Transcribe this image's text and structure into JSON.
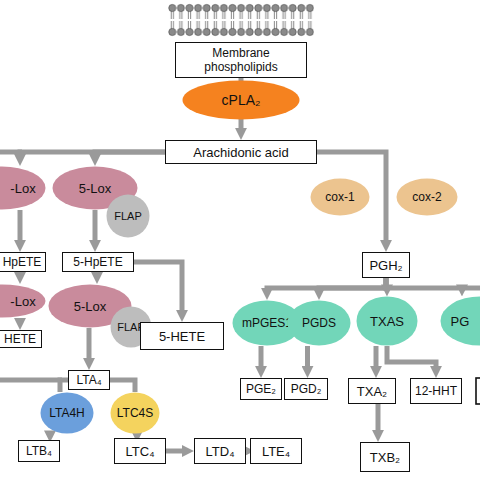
{
  "diagram": {
    "nodes": [
      {
        "text": [
          "Membrane phospholipids"
        ]
      },
      {
        "text": [
          "cPLA₂"
        ]
      },
      {
        "text": [
          "Arachidonic acid"
        ]
      },
      {
        "text": [
          "-Lox"
        ]
      },
      {
        "text": [
          "5-Lox"
        ]
      },
      {
        "text": [
          "FLAP"
        ]
      },
      {
        "text": [
          "cox-1"
        ]
      },
      {
        "text": [
          "cox-2"
        ]
      },
      {
        "text": [
          "HpETE"
        ]
      },
      {
        "text": [
          "5-HpETE"
        ]
      },
      {
        "text": [
          "PGH₂"
        ]
      },
      {
        "text": [
          "-Lox"
        ]
      },
      {
        "text": [
          "5-Lox"
        ]
      },
      {
        "text": [
          "FLAP"
        ]
      },
      {
        "text": [
          "5-HETE"
        ]
      },
      {
        "text": [
          "mPGES1"
        ]
      },
      {
        "text": [
          "PGDS"
        ]
      },
      {
        "text": [
          "TXAS"
        ]
      },
      {
        "text": [
          "PG"
        ]
      },
      {
        "text": [
          "HETE"
        ]
      },
      {
        "text": [
          "LTA₄"
        ]
      },
      {
        "text": [
          "PGE₂"
        ]
      },
      {
        "text": [
          "PGD₂"
        ]
      },
      {
        "text": [
          "TXA₂"
        ]
      },
      {
        "text": [
          "12-HHT"
        ]
      },
      {
        "text": [
          "LTA4H"
        ]
      },
      {
        "text": [
          "LTC4S"
        ]
      },
      {
        "text": [
          "LTB₄"
        ]
      },
      {
        "text": [
          "LTC₄"
        ]
      },
      {
        "text": [
          "LTD₄"
        ]
      },
      {
        "text": [
          "LTE₄"
        ]
      },
      {
        "text": [
          "TXB₂"
        ]
      }
    ],
    "edges": [
      {
        "from": 0,
        "to": 2,
        "arrow": "to"
      },
      {
        "from": 2,
        "to": 3,
        "arrow": "to"
      },
      {
        "from": 2,
        "to": 4,
        "arrow": "to"
      },
      {
        "from": 2,
        "to": 10,
        "arrow": "to"
      },
      {
        "from": 3,
        "to": 8,
        "arrow": "to"
      },
      {
        "from": 4,
        "to": 9,
        "arrow": "to"
      },
      {
        "from": 9,
        "to": 14,
        "arrow": "to"
      },
      {
        "from": 8,
        "to": 11,
        "arrow": "to"
      },
      {
        "from": 9,
        "to": 12,
        "arrow": "to"
      },
      {
        "from": 11,
        "to": 19,
        "arrow": "to"
      },
      {
        "from": 12,
        "to": 20,
        "arrow": "to"
      },
      {
        "from": 10,
        "to": 15,
        "arrow": "to"
      },
      {
        "from": 10,
        "to": 16,
        "arrow": "to"
      },
      {
        "from": 10,
        "to": 17,
        "arrow": "to"
      },
      {
        "from": 10,
        "to": 18,
        "arrow": "to"
      },
      {
        "from": 15,
        "to": 21,
        "arrow": "to"
      },
      {
        "from": 16,
        "to": 22,
        "arrow": "to"
      },
      {
        "from": 17,
        "to": 23,
        "arrow": "to"
      },
      {
        "from": 17,
        "to": 24,
        "arrow": "to"
      },
      {
        "from": 20,
        "to": 25,
        "arrow": "none"
      },
      {
        "from": 20,
        "to": 26,
        "arrow": "none"
      },
      {
        "from": 25,
        "to": 27,
        "arrow": "to"
      },
      {
        "from": 26,
        "to": 28,
        "arrow": "to"
      },
      {
        "from": 28,
        "to": 29,
        "arrow": "to"
      },
      {
        "from": 29,
        "to": 30,
        "arrow": "to"
      },
      {
        "from": 23,
        "to": 31,
        "arrow": "to"
      }
    ]
  }
}
